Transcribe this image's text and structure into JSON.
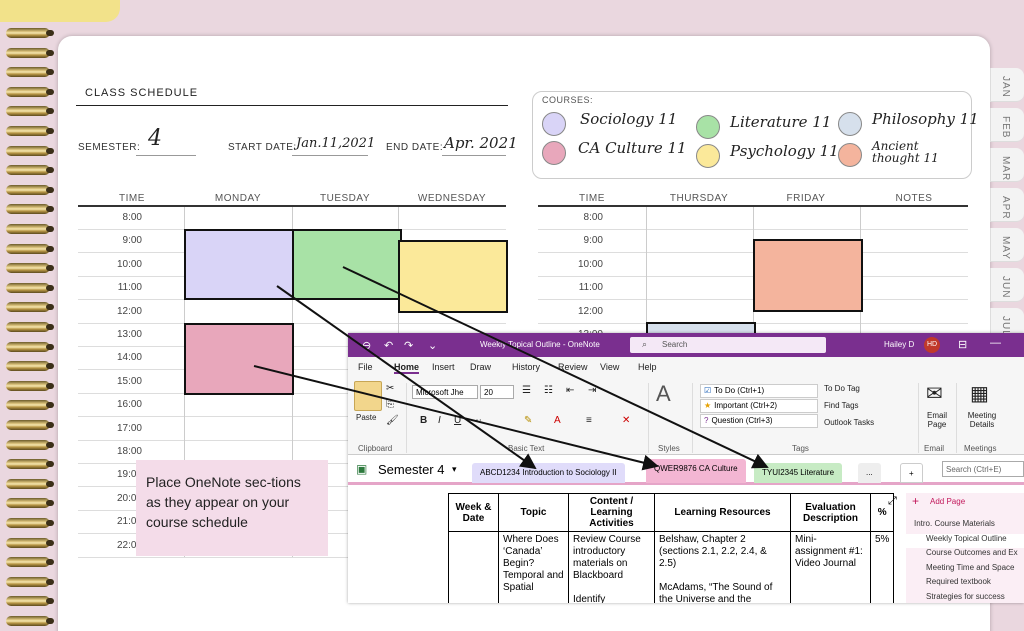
{
  "planner": {
    "title": "CLASS SCHEDULE",
    "semester_label": "SEMESTER:",
    "semester_value": "4",
    "start_label": "START DATE:",
    "start_value": "Jan.11,2021",
    "end_label": "END DATE:",
    "end_value": "Apr. 2021",
    "courses_label": "COURSES:",
    "courses": [
      {
        "name": "Sociology 11",
        "color": "#d9d4f7"
      },
      {
        "name": "Literature 11",
        "color": "#a8e2a6"
      },
      {
        "name": "Philosophy 11",
        "color": "#d6e0ec"
      },
      {
        "name": "CA Culture 11",
        "color": "#e8a7bb"
      },
      {
        "name": "Psychology 11",
        "color": "#fbe99a"
      },
      {
        "name": "Ancient thought 11",
        "color": "#f4b49d"
      }
    ],
    "left_columns": [
      "TIME",
      "MONDAY",
      "TUESDAY",
      "WEDNESDAY"
    ],
    "right_columns": [
      "TIME",
      "THURSDAY",
      "FRIDAY",
      "NOTES"
    ],
    "times": [
      "8:00",
      "9:00",
      "10:00",
      "11:00",
      "12:00",
      "13:00",
      "14:00",
      "15:00",
      "16:00",
      "17:00",
      "18:00",
      "19:00",
      "20:00",
      "21:00",
      "22:00"
    ],
    "months": [
      "JAN",
      "FEB",
      "MAR",
      "APR",
      "MAY",
      "JUN",
      "JUL"
    ]
  },
  "onenote": {
    "window_title": "Weekly Topical Outline - OneNote",
    "search_placeholder": "Search",
    "user_name": "Hailey D",
    "user_initials": "HD",
    "menus": [
      "File",
      "Home",
      "Insert",
      "Draw",
      "History",
      "Review",
      "View",
      "Help"
    ],
    "ribbon": {
      "paste": "Paste",
      "font_name": "Microsoft Jhe",
      "font_size": "20",
      "clipboard": "Clipboard",
      "basic_text": "Basic Text",
      "styles": "Styles",
      "tags": "Tags",
      "email": "Email",
      "meetings": "Meetings",
      "tag_items": [
        "To Do (Ctrl+1)",
        "Important (Ctrl+2)",
        "Question (Ctrl+3)"
      ],
      "todo_tag": "To Do Tag",
      "find_tags": "Find Tags",
      "outlook_tasks": "Outlook Tasks",
      "email_page": "Email Page",
      "meeting_details": "Meeting Details"
    },
    "notebook": "Semester 4",
    "sections": [
      {
        "label": "ABCD1234 Introduction to Sociology II",
        "color": "#e0dcfa"
      },
      {
        "label": "QWER9876 CA Culture",
        "color": "#f3b6d3"
      },
      {
        "label": "TYUI2345 Literature",
        "color": "#c7ebc4"
      }
    ],
    "more_tabs": "...",
    "add_tab": "+",
    "search_notebook": "Search (Ctrl+E)",
    "table_headers": [
      "Week & Date",
      "Topic",
      "Content / Learning Activities",
      "Learning Resources",
      "Evaluation Description",
      "%"
    ],
    "table_row": [
      "",
      "Where Does ‘Canada’ Begin? Temporal and Spatial",
      "Review Course introductory materials on Blackboard\n\nIdentify",
      "Belshaw, Chapter 2 (sections 2.1, 2.2, 2.4, & 2.5)\n\nMcAdams, “The Sound of the Universe and the",
      "Mini-assignment #1: Video Journal",
      "5%"
    ],
    "add_page": "Add Page",
    "pages": [
      "Intro. Course Materials",
      "Weekly Topical Outline",
      "Course Outcomes and Ex",
      "Meeting Time and Space",
      "Required textbook",
      "Strategies for success"
    ]
  },
  "callout": "Place OneNote sec-tions as they appear on your course schedule"
}
